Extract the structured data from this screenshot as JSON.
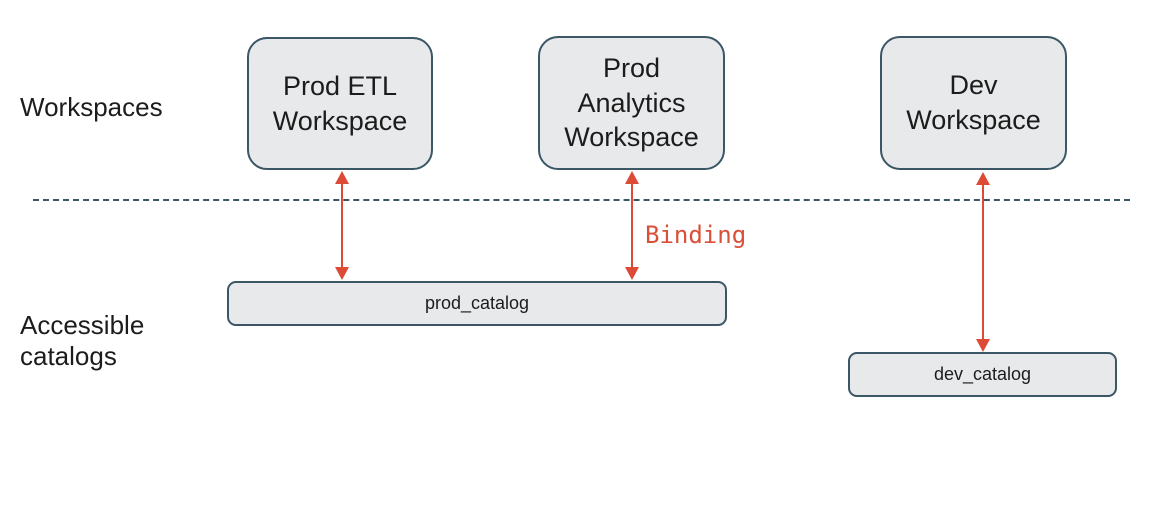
{
  "labels": {
    "workspaces_row": "Workspaces",
    "catalogs_row": "Accessible\ncatalogs",
    "binding": "Binding"
  },
  "workspaces": [
    {
      "name": "Prod ETL\nWorkspace"
    },
    {
      "name": "Prod\nAnalytics\nWorkspace"
    },
    {
      "name": "Dev\nWorkspace"
    }
  ],
  "catalogs": [
    {
      "name": "prod_catalog"
    },
    {
      "name": "dev_catalog"
    }
  ],
  "bindings": [
    {
      "from": "Prod ETL\nWorkspace",
      "to": "prod_catalog",
      "direction": "bidirectional"
    },
    {
      "from": "Prod\nAnalytics\nWorkspace",
      "to": "prod_catalog",
      "direction": "bidirectional",
      "label": "Binding"
    },
    {
      "from": "Dev\nWorkspace",
      "to": "dev_catalog",
      "direction": "bidirectional"
    }
  ],
  "colors": {
    "box_fill": "#e8e9ea",
    "box_border": "#3b5766",
    "arrow": "#dd4b36",
    "binding_text": "#d94f38",
    "text": "#1c1c1c",
    "bg": "#ffffff"
  }
}
